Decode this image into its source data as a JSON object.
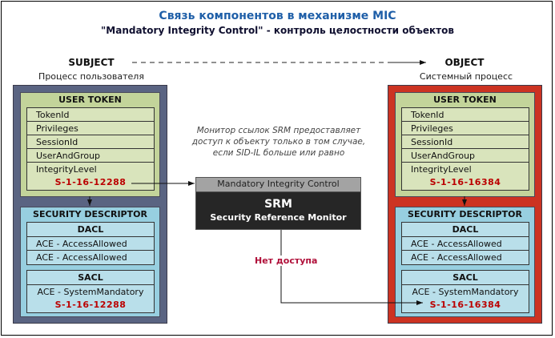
{
  "title": "Связь компонентов в механизме MIC",
  "subtitle": "\"Mandatory Integrity Control\" - контроль целостности объектов",
  "subject": {
    "role": "SUBJECT",
    "caption": "Процесс пользователя",
    "token": {
      "header": "USER TOKEN",
      "fields": [
        "TokenId",
        "Privileges",
        "SessionId",
        "UserAndGroup",
        "IntegrityLevel"
      ],
      "integrity_sid": "S-1-16-12288"
    },
    "descriptor": {
      "header": "SECURITY DESCRIPTOR",
      "dacl": {
        "header": "DACL",
        "entries": [
          "ACE - AccessAllowed",
          "ACE - AccessAllowed"
        ]
      },
      "sacl": {
        "header": "SACL",
        "entry": "ACE - SystemMandatory",
        "sid": "S-1-16-12288"
      }
    }
  },
  "object": {
    "role": "OBJECT",
    "caption": "Системный процесс",
    "token": {
      "header": "USER TOKEN",
      "fields": [
        "TokenId",
        "Privileges",
        "SessionId",
        "UserAndGroup",
        "IntegrityLevel"
      ],
      "integrity_sid": "S-1-16-16384"
    },
    "descriptor": {
      "header": "SECURITY DESCRIPTOR",
      "dacl": {
        "header": "DACL",
        "entries": [
          "ACE - AccessAllowed",
          "ACE - AccessAllowed"
        ]
      },
      "sacl": {
        "header": "SACL",
        "entry": "ACE - SystemMandatory",
        "sid": "S-1-16-16384"
      }
    }
  },
  "srm": {
    "header": "Mandatory Integrity Control",
    "title": "SRM",
    "subtitle": "Security Reference Monitor"
  },
  "note": "Монитор ссылок SRM предоставляет доступ к объекту только в том случае, если SID-IL больше или равно",
  "deny_label": "Нет доступа",
  "colors": {
    "title": "#1f5fa8",
    "subject_frame": "#5a6482",
    "object_frame": "#cc3322",
    "token": "#c3d49a",
    "descriptor": "#97cfe0",
    "sid": "#bb0000",
    "deny": "#b0103a"
  }
}
